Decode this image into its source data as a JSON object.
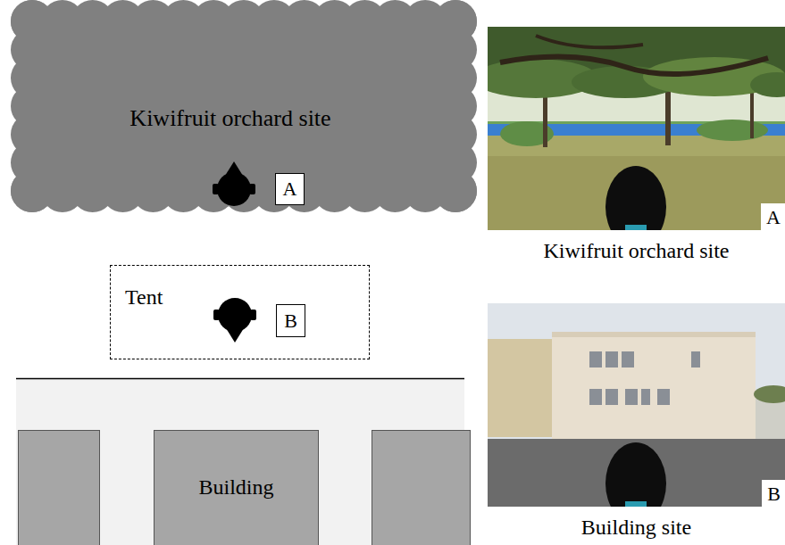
{
  "diagram": {
    "nodes": [
      {
        "text": [
          "Kiwifruit orchard site"
        ]
      },
      {
        "text": [
          "A"
        ],
        "in": 0
      },
      {
        "text": [
          "Tent"
        ]
      },
      {
        "text": [
          "B"
        ],
        "in": 2
      },
      {
        "text": [
          "Building"
        ]
      },
      {
        "text": [
          "A",
          "Kiwifruit orchard site"
        ]
      },
      {
        "text": [
          "B",
          "Building site"
        ]
      }
    ]
  }
}
